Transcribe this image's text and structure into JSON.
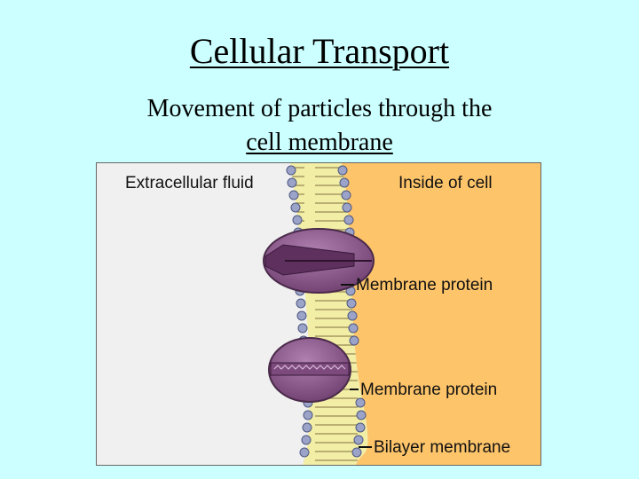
{
  "slide": {
    "title": "Cellular Transport",
    "subtitle_line1": "Movement of particles through the",
    "subtitle_line2": "cell membrane"
  },
  "diagram": {
    "labels": {
      "outside": "Extracellular fluid",
      "inside": "Inside of cell",
      "protein_top": "Membrane protein",
      "protein_bottom": "Membrane protein",
      "bilayer": "Bilayer membrane"
    },
    "colors": {
      "background": "#ccffff",
      "extracellular": "#f0f0f0",
      "cytoplasm": "#fdc46a",
      "protein": "#8e5a8e",
      "lipid_head": "#9ba3c8",
      "lipid_tail": "#f3eea6"
    }
  }
}
